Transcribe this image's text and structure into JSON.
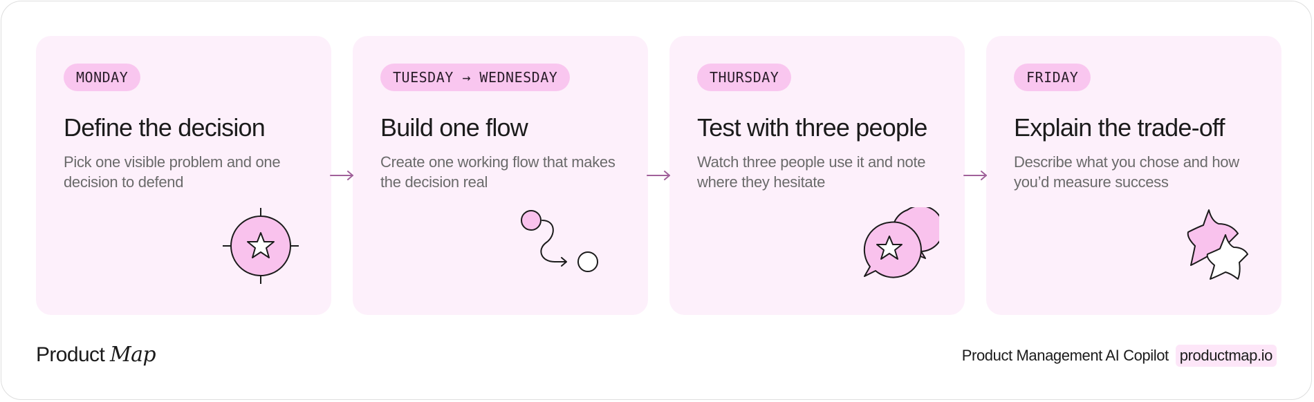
{
  "colors": {
    "card_background": "#fdf0fb",
    "pill_background": "#f9c6ef",
    "accent_pink": "#f9c2ed",
    "arrow": "#a0609a",
    "text_primary": "#1b1b1b",
    "text_secondary": "#6a6a6a"
  },
  "steps": [
    {
      "day": "MONDAY",
      "title": "Define the decision",
      "description": "Pick one visible problem and one decision to defend",
      "icon": "target-star-icon"
    },
    {
      "day": "TUESDAY → WEDNESDAY",
      "title": "Build one flow",
      "description": "Create one working flow that makes the decision real",
      "icon": "flow-path-icon"
    },
    {
      "day": "THURSDAY",
      "title": "Test with three people",
      "description": "Watch three people use it and note where they hesitate",
      "icon": "chat-bubbles-star-icon"
    },
    {
      "day": "FRIDAY",
      "title": "Explain the trade-off",
      "description": "Describe what you chose and how you’d measure success",
      "icon": "two-stars-icon"
    }
  ],
  "connector_icon": "arrow-right-icon",
  "footer": {
    "brand_regular": "Product",
    "brand_italic": "Map",
    "tagline": "Product Management AI Copilot",
    "url": "productmap.io"
  }
}
